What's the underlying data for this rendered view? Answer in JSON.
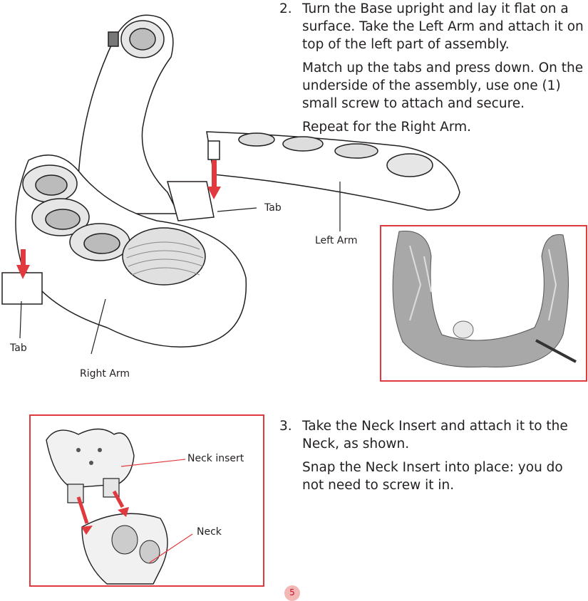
{
  "step2": {
    "number": "2.",
    "para1": "Turn the Base upright and lay it flat on a surface. Take the Left Arm and attach it on top of the left part of assembly.",
    "para2": "Match up the tabs and press down. On the underside of the assembly, use one (1) small screw to attach and secure.",
    "para3": "Repeat for the Right Arm."
  },
  "step3": {
    "number": "3.",
    "para1": "Take the Neck Insert and attach it to the Neck, as shown.",
    "para2": "Snap the Neck Insert into place: you do not need to screw it in."
  },
  "labels": {
    "tab_upper": "Tab",
    "tab_lower": "Tab",
    "left_arm": "Left Arm",
    "right_arm": "Right Arm",
    "neck_insert": "Neck insert",
    "neck": "Neck"
  },
  "page_number": "5",
  "colors": {
    "accent": "#e03a3e",
    "line": "#231f20",
    "shade": "#c8c8c8"
  }
}
